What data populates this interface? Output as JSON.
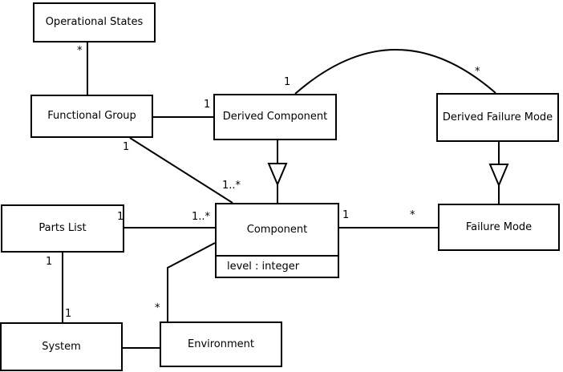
{
  "diagram": {
    "background_color": "#ffffff",
    "line_color": "#000000",
    "classes": {
      "operational_states": {
        "label": "Operational States"
      },
      "functional_group": {
        "label": "Functional Group"
      },
      "derived_component": {
        "label": "Derived Component"
      },
      "derived_failure_mode": {
        "label": "Derived Failure Mode"
      },
      "parts_list": {
        "label": "Parts List"
      },
      "component": {
        "label": "Component",
        "attributes": [
          "level : integer"
        ]
      },
      "failure_mode": {
        "label": "Failure Mode"
      },
      "system": {
        "label": "System"
      },
      "environment": {
        "label": "Environment"
      }
    },
    "multiplicities": {
      "operational_states_end": "*",
      "derived_component_assoc_end": "1",
      "functional_group_diagonal_end": "1",
      "component_diagonal_end": "1..*",
      "parts_list_component_end": "1",
      "component_parts_list_end": "1..*",
      "parts_list_system_end": "1",
      "system_end": "1",
      "environment_end": "*",
      "component_failure_mode_end": "1",
      "failure_mode_end": "*",
      "derived_component_arc_end": "1",
      "derived_failure_mode_arc_end": "*"
    }
  }
}
